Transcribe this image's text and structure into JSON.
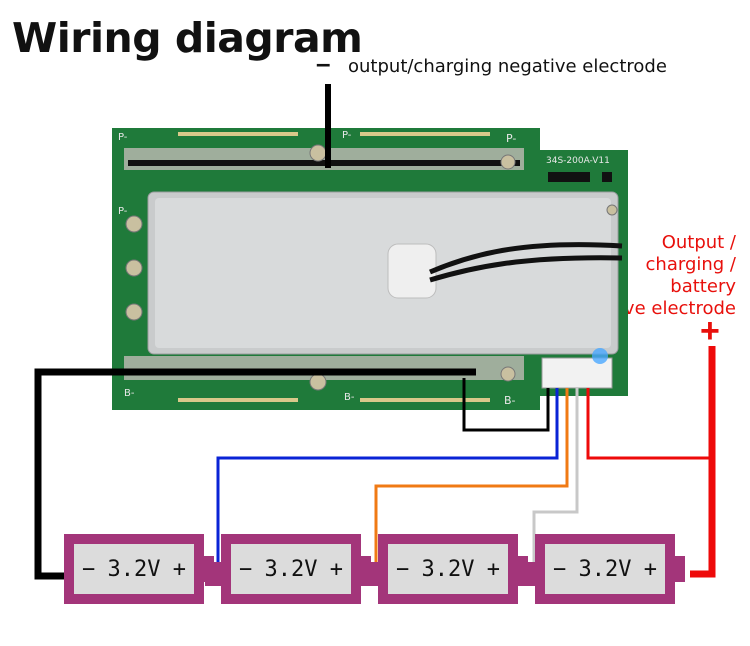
{
  "title": "Wiring diagram",
  "negative": {
    "sign": "–",
    "label": "output/charging  negative electrode"
  },
  "positive": {
    "label_lines": [
      "Output /",
      "charging /",
      "battery",
      "positive electrode"
    ],
    "sign": "+"
  },
  "board": {
    "labels": {
      "p_left_top": "P-",
      "p_mid_top": "P-",
      "p_right": "P-",
      "p_left_mid": "P-",
      "b_left": "B-",
      "b_mid": "B-",
      "b_right": "B-",
      "model": "34S-200A-V11"
    }
  },
  "batteries": [
    {
      "neg": "−",
      "value": "3.2V",
      "pos": "+"
    },
    {
      "neg": "−",
      "value": "3.2V",
      "pos": "+"
    },
    {
      "neg": "−",
      "value": "3.2V",
      "pos": "+"
    },
    {
      "neg": "−",
      "value": "3.2V",
      "pos": "+"
    }
  ],
  "colors": {
    "black_wire": "#000000",
    "blue_wire": "#0a23d6",
    "orange_wire": "#f07a14",
    "gray_wire": "#c8c8c8",
    "red_wire": "#ee0a0a",
    "pcb": "#1f7a3a",
    "battery": "#a3357a"
  }
}
